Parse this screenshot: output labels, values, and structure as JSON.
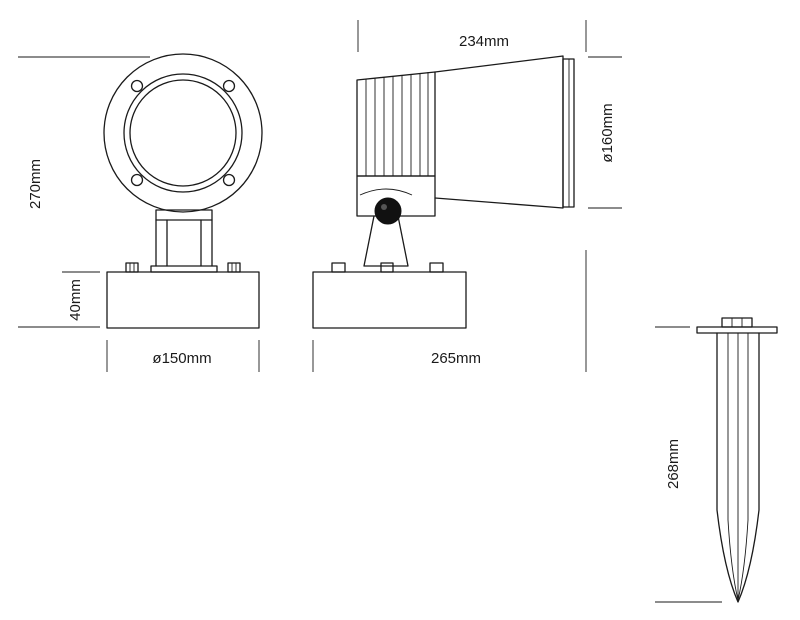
{
  "dimensions": {
    "front_height": "270mm",
    "base_height": "40mm",
    "base_diameter": "ø150mm",
    "side_length": "234mm",
    "lens_diameter": "ø160mm",
    "side_total_width": "265mm",
    "spike_length": "268mm"
  },
  "colors": {
    "line": "#1a1a1a",
    "pivot": "#111111",
    "background": "#ffffff"
  }
}
